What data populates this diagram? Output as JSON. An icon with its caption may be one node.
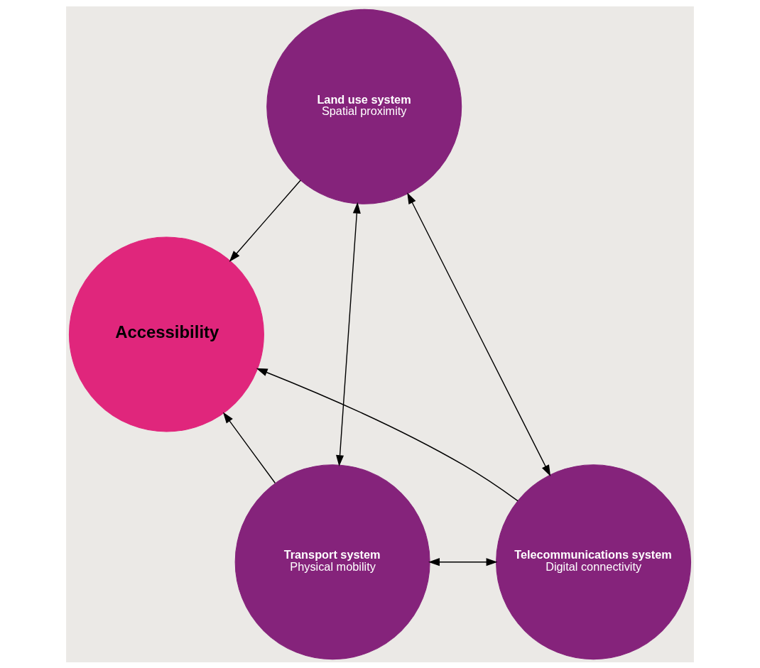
{
  "diagram": {
    "nodes": [
      {
        "text": [
          "Land use system",
          "Spatial proximity"
        ]
      },
      {
        "text": [
          "Accessibility"
        ]
      },
      {
        "text": [
          "Transport system",
          "Physical mobility"
        ]
      },
      {
        "text": [
          "Telecommunications system",
          "Digital connectivity"
        ]
      }
    ],
    "edges": [
      {
        "from": 0,
        "to": 1,
        "arrow": "to"
      },
      {
        "from": 0,
        "to": 2,
        "arrow": "both"
      },
      {
        "from": 0,
        "to": 3,
        "arrow": "both"
      },
      {
        "from": 2,
        "to": 1,
        "arrow": "to"
      },
      {
        "from": 3,
        "to": 1,
        "arrow": "to"
      },
      {
        "from": 2,
        "to": 3,
        "arrow": "both"
      }
    ]
  }
}
